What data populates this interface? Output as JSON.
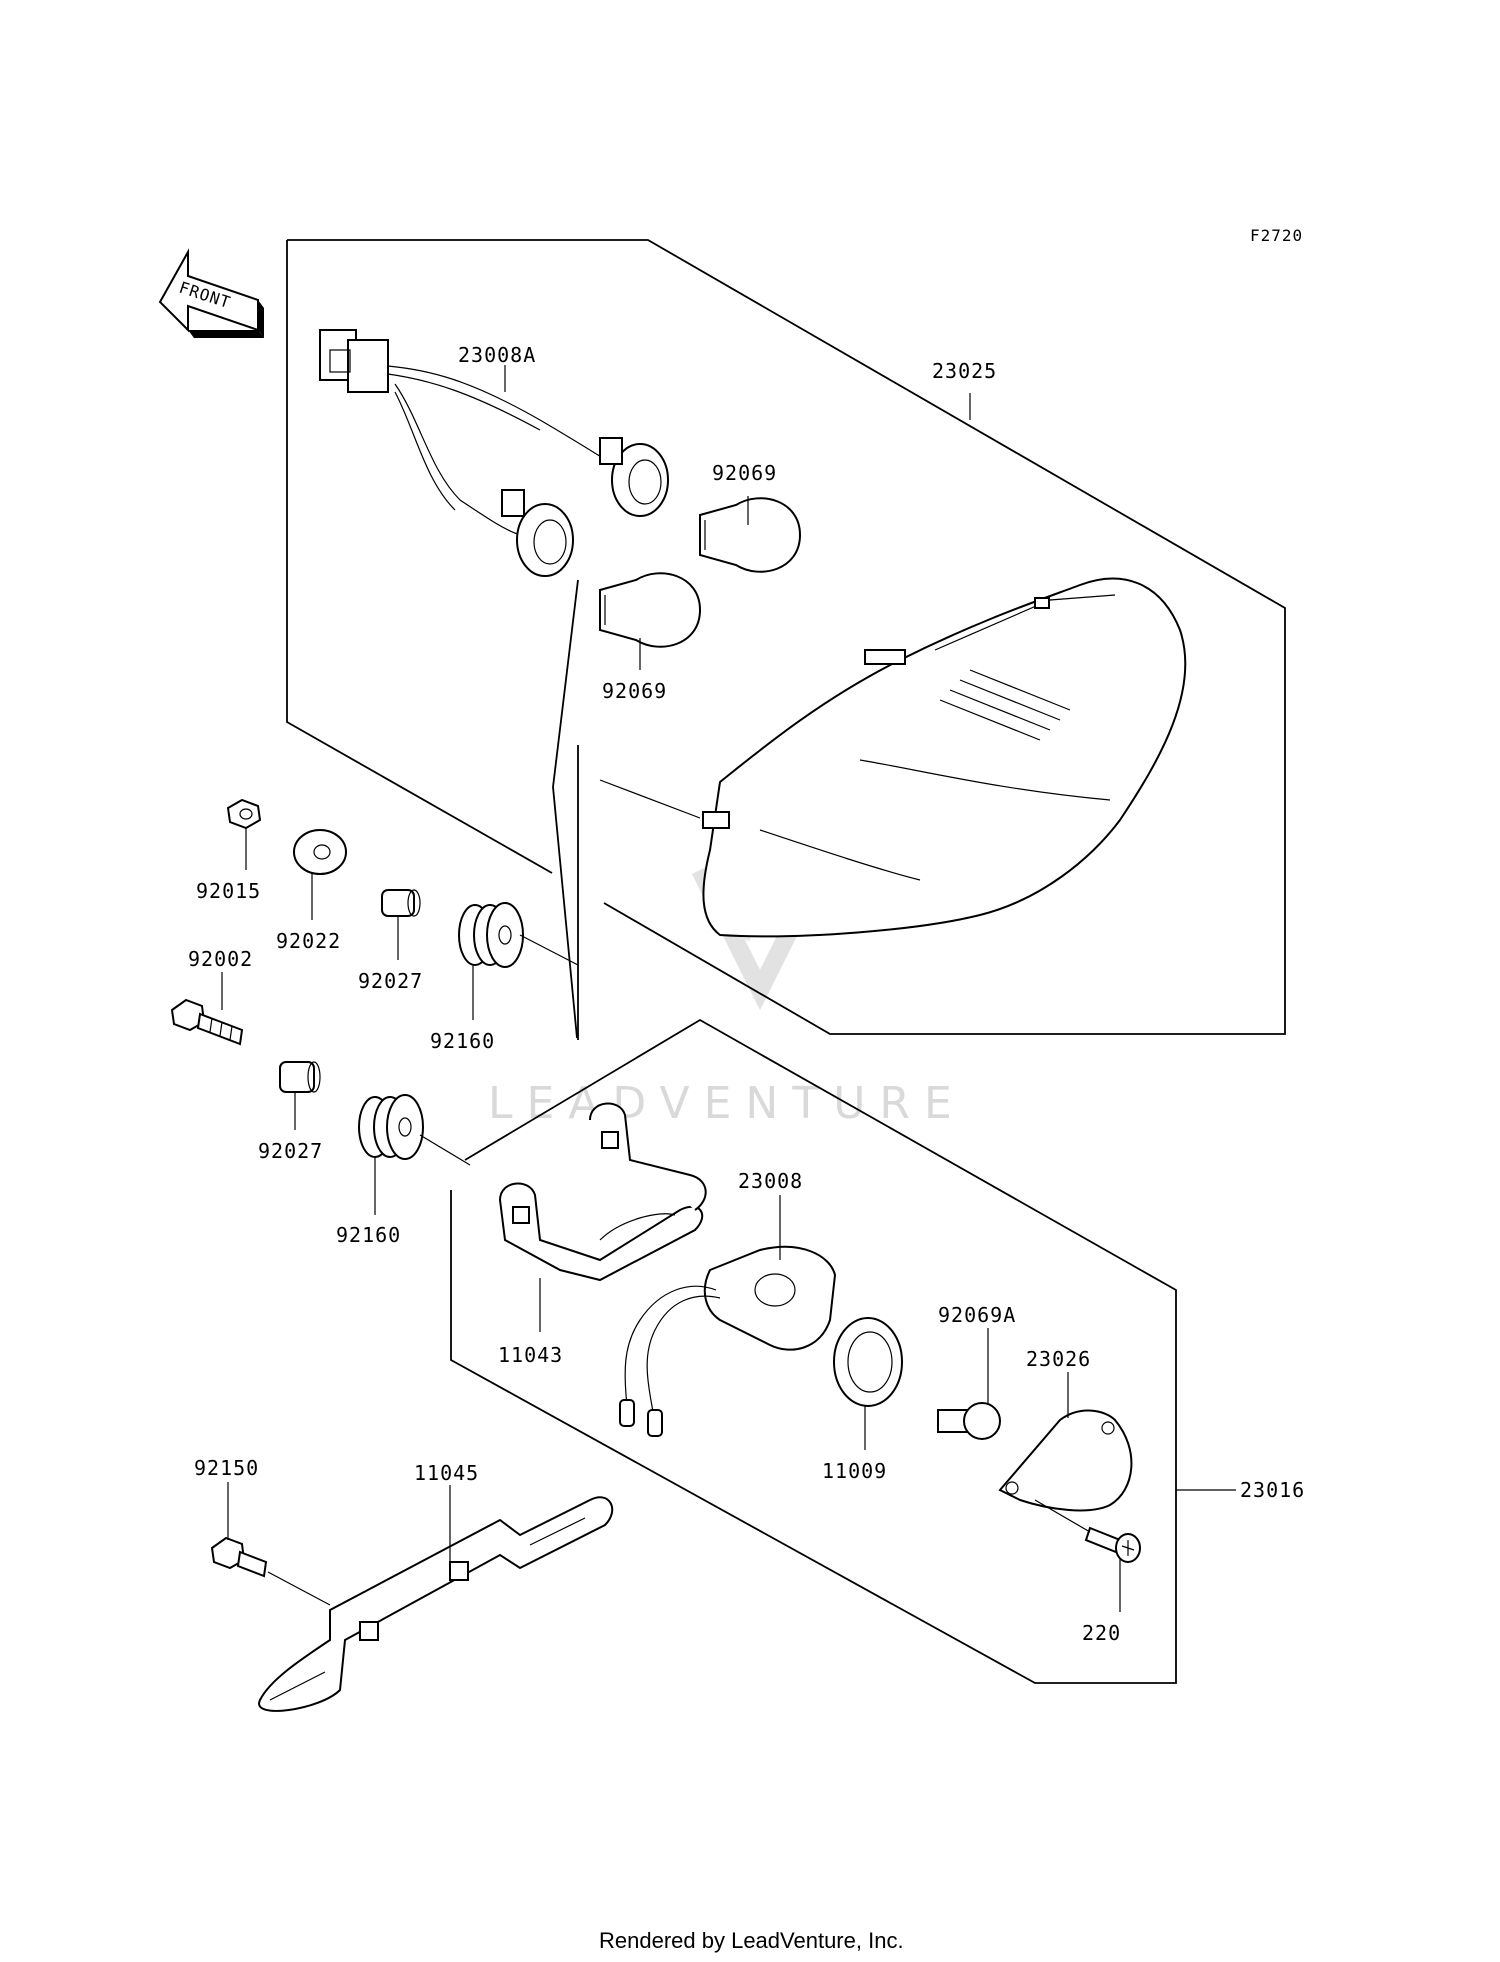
{
  "diagram_ref": "F2720",
  "front_arrow_label": "FRONT",
  "watermark": "LEADVENTURE",
  "footer": "Rendered by LeadVenture, Inc.",
  "parts": {
    "p23008A": "23008A",
    "p23025": "23025",
    "p92069_top": "92069",
    "p92069_bottom": "92069",
    "p92015": "92015",
    "p92022": "92022",
    "p92027_a": "92027",
    "p92160_a": "92160",
    "p92002": "92002",
    "p92027_b": "92027",
    "p92160_b": "92160",
    "p23008": "23008",
    "p11043": "11043",
    "p92069A": "92069A",
    "p23026": "23026",
    "p11009": "11009",
    "p23016": "23016",
    "p92150": "92150",
    "p11045": "11045",
    "p220": "220"
  }
}
